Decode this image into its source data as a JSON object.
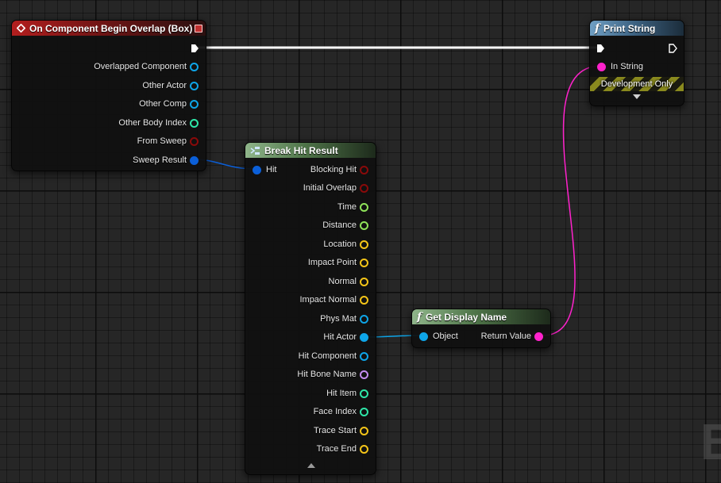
{
  "colors": {
    "exec": "#ffffff",
    "object": "#0ea5e8",
    "struct": "#0b5fd8",
    "bool": "#8a0a0a",
    "float": "#8fe35a",
    "vector": "#f5c518",
    "int": "#2ee6a8",
    "name": "#c48cf0",
    "string": "#ff22cc"
  },
  "nodes": {
    "overlap": {
      "title": "On Component Begin Overlap (Box)",
      "outputs": [
        "Overlapped Component",
        "Other Actor",
        "Other Comp",
        "Other Body Index",
        "From Sweep",
        "Sweep Result"
      ]
    },
    "print": {
      "title": "Print String",
      "in_string": "In String",
      "dev_only": "Development Only"
    },
    "break": {
      "title": "Break Hit Result",
      "input": "Hit",
      "outputs": [
        "Blocking Hit",
        "Initial Overlap",
        "Time",
        "Distance",
        "Location",
        "Impact Point",
        "Normal",
        "Impact Normal",
        "Phys Mat",
        "Hit Actor",
        "Hit Component",
        "Hit Bone Name",
        "Hit Item",
        "Face Index",
        "Trace Start",
        "Trace End"
      ]
    },
    "display": {
      "title": "Get Display Name",
      "input": "Object",
      "output": "Return Value"
    }
  },
  "watermark": "B"
}
